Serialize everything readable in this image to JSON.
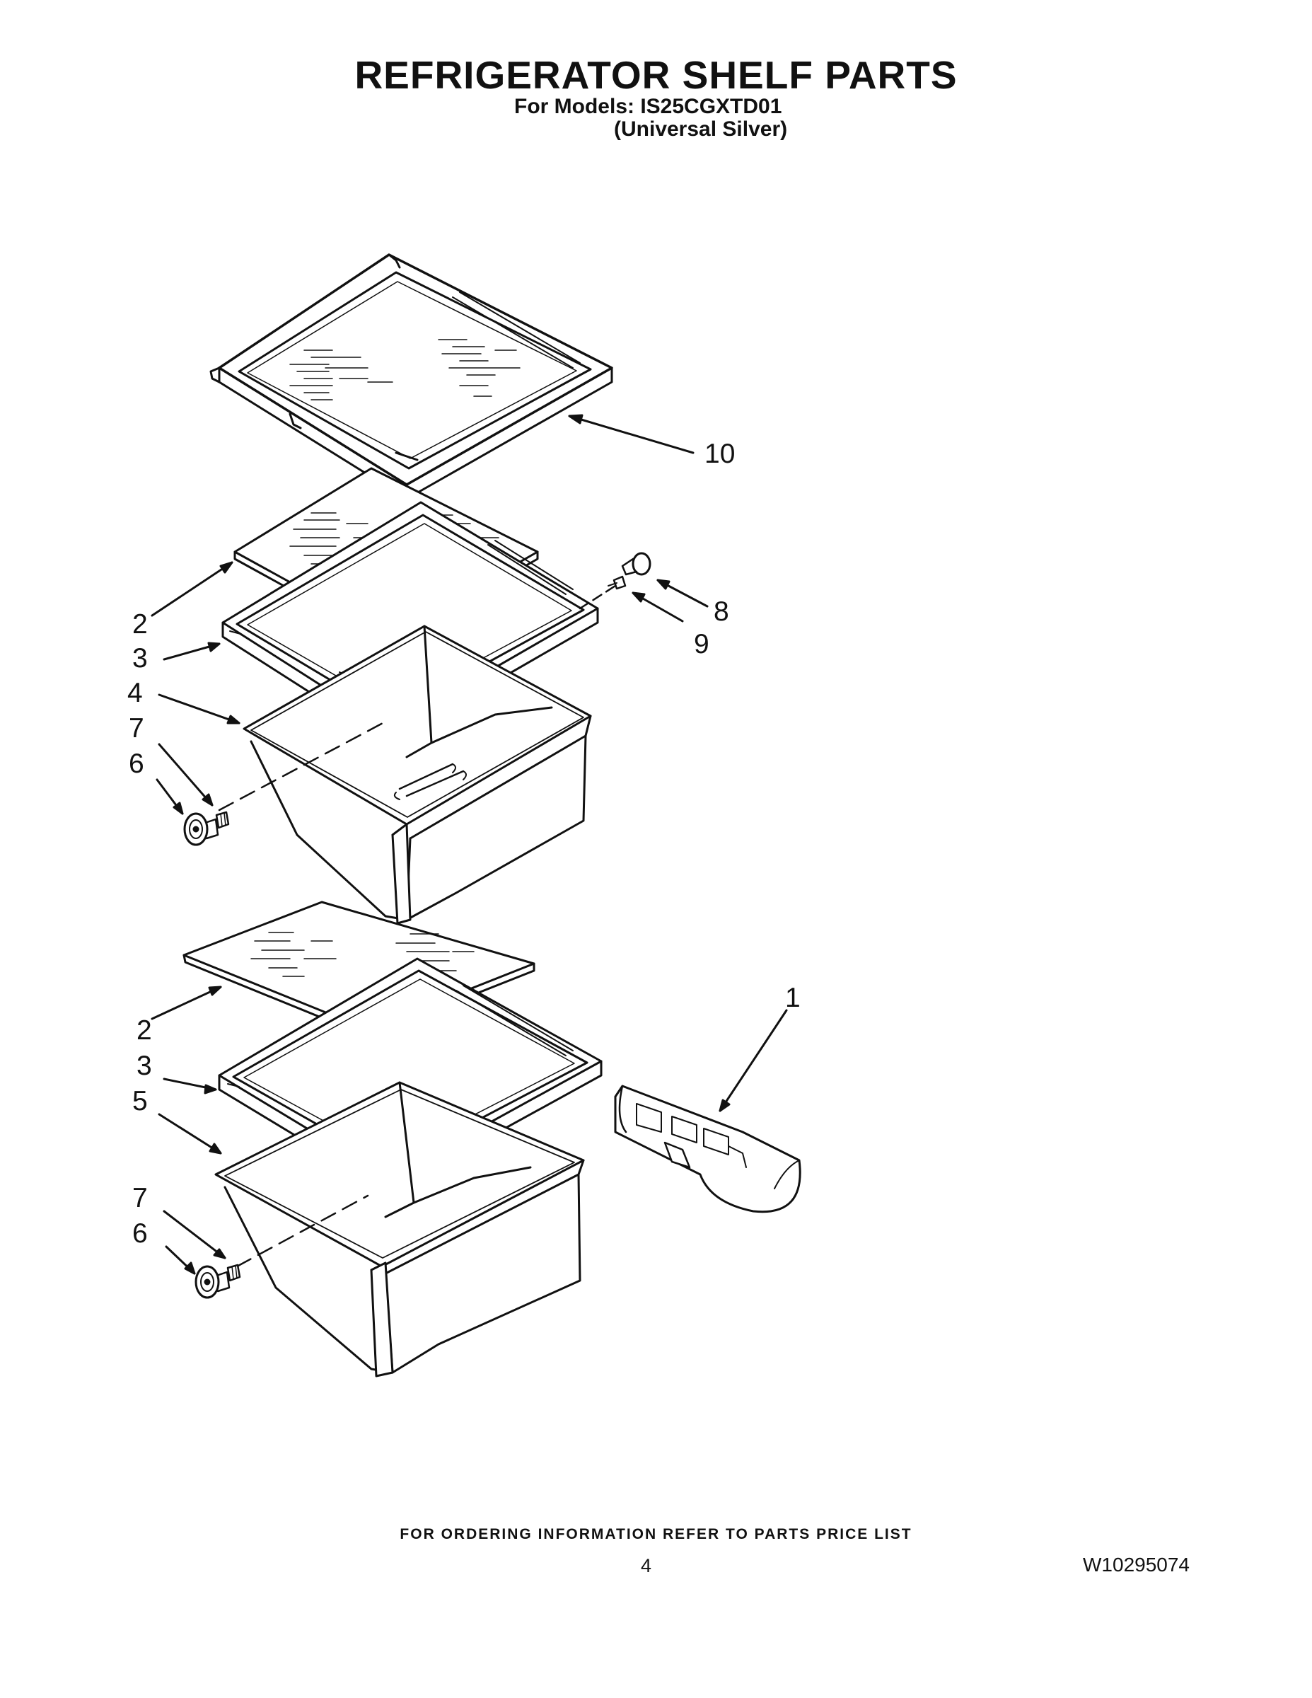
{
  "header": {
    "title": "REFRIGERATOR SHELF PARTS",
    "model_line": "For Models: IS25CGXTD01",
    "model_variant": "(Universal Silver)"
  },
  "callouts": {
    "c10": "10",
    "c8": "8",
    "c9": "9",
    "c2a": "2",
    "c3a": "3",
    "c4": "4",
    "c7a": "7",
    "c6a": "6",
    "c1": "1",
    "c2b": "2",
    "c3b": "3",
    "c5": "5",
    "c7b": "7",
    "c6b": "6"
  },
  "footer": {
    "note": "FOR ORDERING INFORMATION REFER TO PARTS PRICE LIST",
    "page_number": "4",
    "doc_number": "W10295074"
  }
}
